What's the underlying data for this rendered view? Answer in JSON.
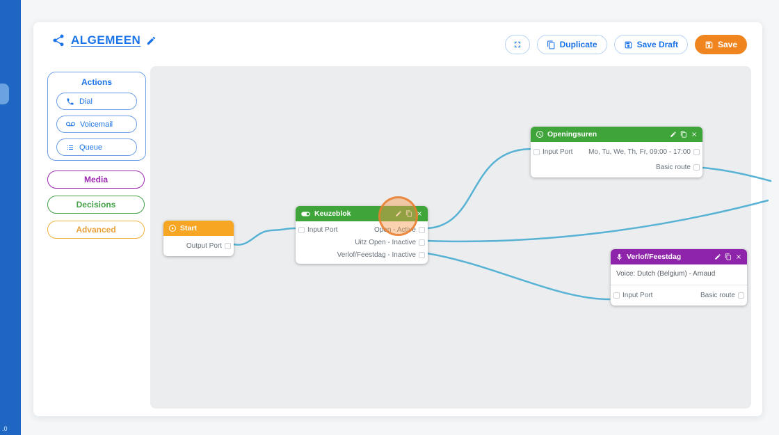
{
  "app": {
    "version_label": ".0"
  },
  "header": {
    "title": "ALGEMEEN",
    "duplicate_label": "Duplicate",
    "save_draft_label": "Save Draft",
    "save_label": "Save"
  },
  "palette": {
    "actions_title": "Actions",
    "dial_label": "Dial",
    "voicemail_label": "Voicemail",
    "queue_label": "Queue",
    "media_label": "Media",
    "decisions_label": "Decisions",
    "advanced_label": "Advanced"
  },
  "nodes": {
    "start": {
      "title": "Start",
      "output_port": "Output Port"
    },
    "keuzeblok": {
      "title": "Keuzeblok",
      "input_port": "Input Port",
      "outputs": [
        "Open - Active",
        "Uitz Open - Inactive",
        "Verlof/Feestdag - Inactive"
      ]
    },
    "openingsuren": {
      "title": "Openingsuren",
      "input_port": "Input Port",
      "outputs": [
        "Mo, Tu, We, Th, Fr, 09:00 - 17:00",
        "Basic route"
      ]
    },
    "verlof": {
      "title": "Verlof/Feestdag",
      "voice_label": "Voice: Dutch (Belgium) - Arnaud",
      "input_port": "Input Port",
      "outputs": [
        "Basic route"
      ]
    }
  },
  "colors": {
    "accent_blue": "#1a73e8",
    "save_orange": "#f0851f",
    "node_green": "#3fa53a",
    "node_orange": "#f6a623",
    "node_purple": "#8e24aa",
    "media_purple": "#9c27b0",
    "decisions_green": "#43a047",
    "advanced_amber": "#e8a23a",
    "connection_blue": "#57b2d4"
  }
}
